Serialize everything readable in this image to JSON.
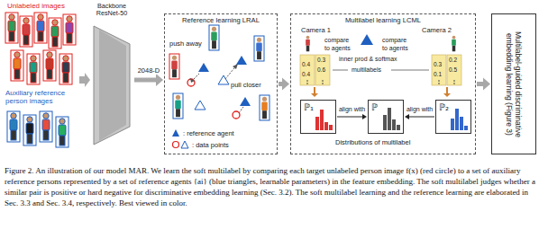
{
  "diagram": {
    "caption": "Figure 2. An illustration of our model MAR. We learn the soft multilabel by comparing each target unlabeled person image f(x) (red circle) to a set of auxiliary reference persons represented by a set of reference agents {ai} (blue triangles, learnable parameters) in the feature embedding. The soft multilabel judges whether a similar pair is positive or hard negative for discriminative embedding learning (Sec. 3.2). The soft multilabel learning and the reference learning are elaborated in Sec. 3.3 and Sec. 3.4, respectively. Best viewed in color.",
    "nodes": [
      {
        "text": [
          "Backbone ResNet-50"
        ]
      },
      {
        "text": [
          "Reference learning LRAL"
        ]
      },
      {
        "text": [
          "Multilabel learning LCML"
        ]
      },
      {
        "text": [
          "ℙ₁"
        ],
        "in": 2
      },
      {
        "text": [
          "ℙ"
        ],
        "in": 2
      },
      {
        "text": [
          "ℙ₂"
        ],
        "in": 2
      },
      {
        "text": [
          "Multilabel-guided discriminative embedding learning (Figure 3)"
        ]
      }
    ],
    "edges": [
      {
        "from": 0,
        "to": 1,
        "arrow": "to",
        "label": "2048-D"
      },
      {
        "from": 1,
        "to": 2,
        "arrow": "to"
      },
      {
        "from": 2,
        "to": 6,
        "arrow": "to"
      },
      {
        "from": 3,
        "to": 4,
        "arrow": "to",
        "label": "align with"
      },
      {
        "from": 5,
        "to": 4,
        "arrow": "to",
        "label": "align with"
      }
    ],
    "labels": [
      "Unlabeled images",
      "Auxiliary reference person images",
      "push away",
      "pull closer",
      "Camera 1",
      "Camera 2",
      "compare",
      "to agents",
      "compare",
      "to agents",
      "inner prod & softmax",
      "multilabels",
      "0.3",
      "0.4",
      "0.6",
      "0.4",
      "0.2",
      "0.3",
      "0.5",
      "0.1",
      "Distributions of multilabel"
    ],
    "legend": [
      {
        "text": ": reference agent"
      },
      {
        "text": ": data points"
      }
    ]
  }
}
